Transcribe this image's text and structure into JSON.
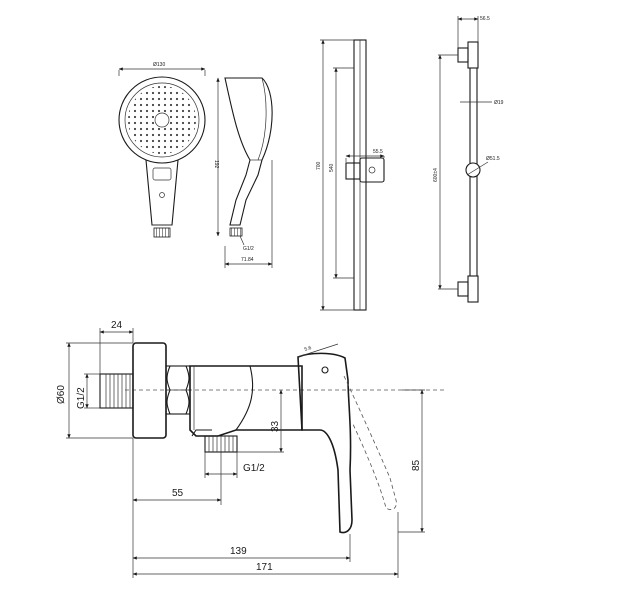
{
  "handshower": {
    "front_diameter": "Ø130",
    "length": "192",
    "inlet_thread": "G1/2",
    "side_width": "71.84"
  },
  "slide_rail": {
    "total_length": "700",
    "bar_length": "540",
    "holder_offset": "55.5",
    "spacing": "600±4",
    "top_width": "56.5",
    "bar_diameter": "Ø19",
    "holder_diameter": "Ø51.5"
  },
  "mixer": {
    "flange_depth": "24",
    "flange_diameter": "Ø60",
    "inlet_thread": "G1/2",
    "outlet_thread": "G1/2",
    "outlet_height": "33",
    "outlet_offset": "55",
    "lever_height": "85",
    "body_length": "139",
    "total_length": "171",
    "lever_tilt": "5.6"
  }
}
